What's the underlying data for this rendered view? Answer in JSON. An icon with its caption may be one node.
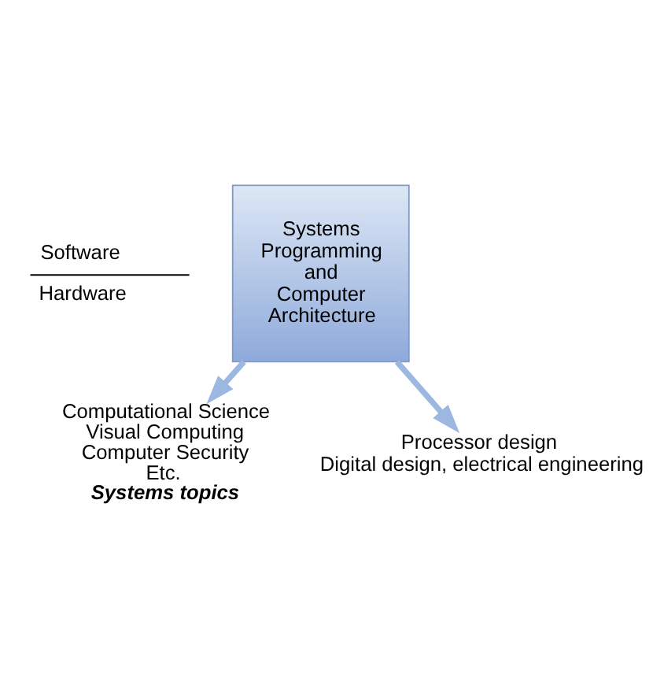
{
  "diagram": {
    "nodes": [
      {
        "text": [
          "Computational Science",
          "Visual Computing",
          "Computer Security",
          "Etc.",
          "Systems topics"
        ]
      },
      {
        "text": [
          "Systems Programming and Computer Architecture"
        ]
      },
      {
        "text": [
          "Processor design",
          "Digital design, electrical engineering"
        ]
      }
    ],
    "edges": [
      {
        "from": 1,
        "to": 0,
        "arrow": "to"
      },
      {
        "from": 1,
        "to": 2,
        "arrow": "to"
      }
    ],
    "labels": [
      "Software",
      "Hardware"
    ]
  }
}
